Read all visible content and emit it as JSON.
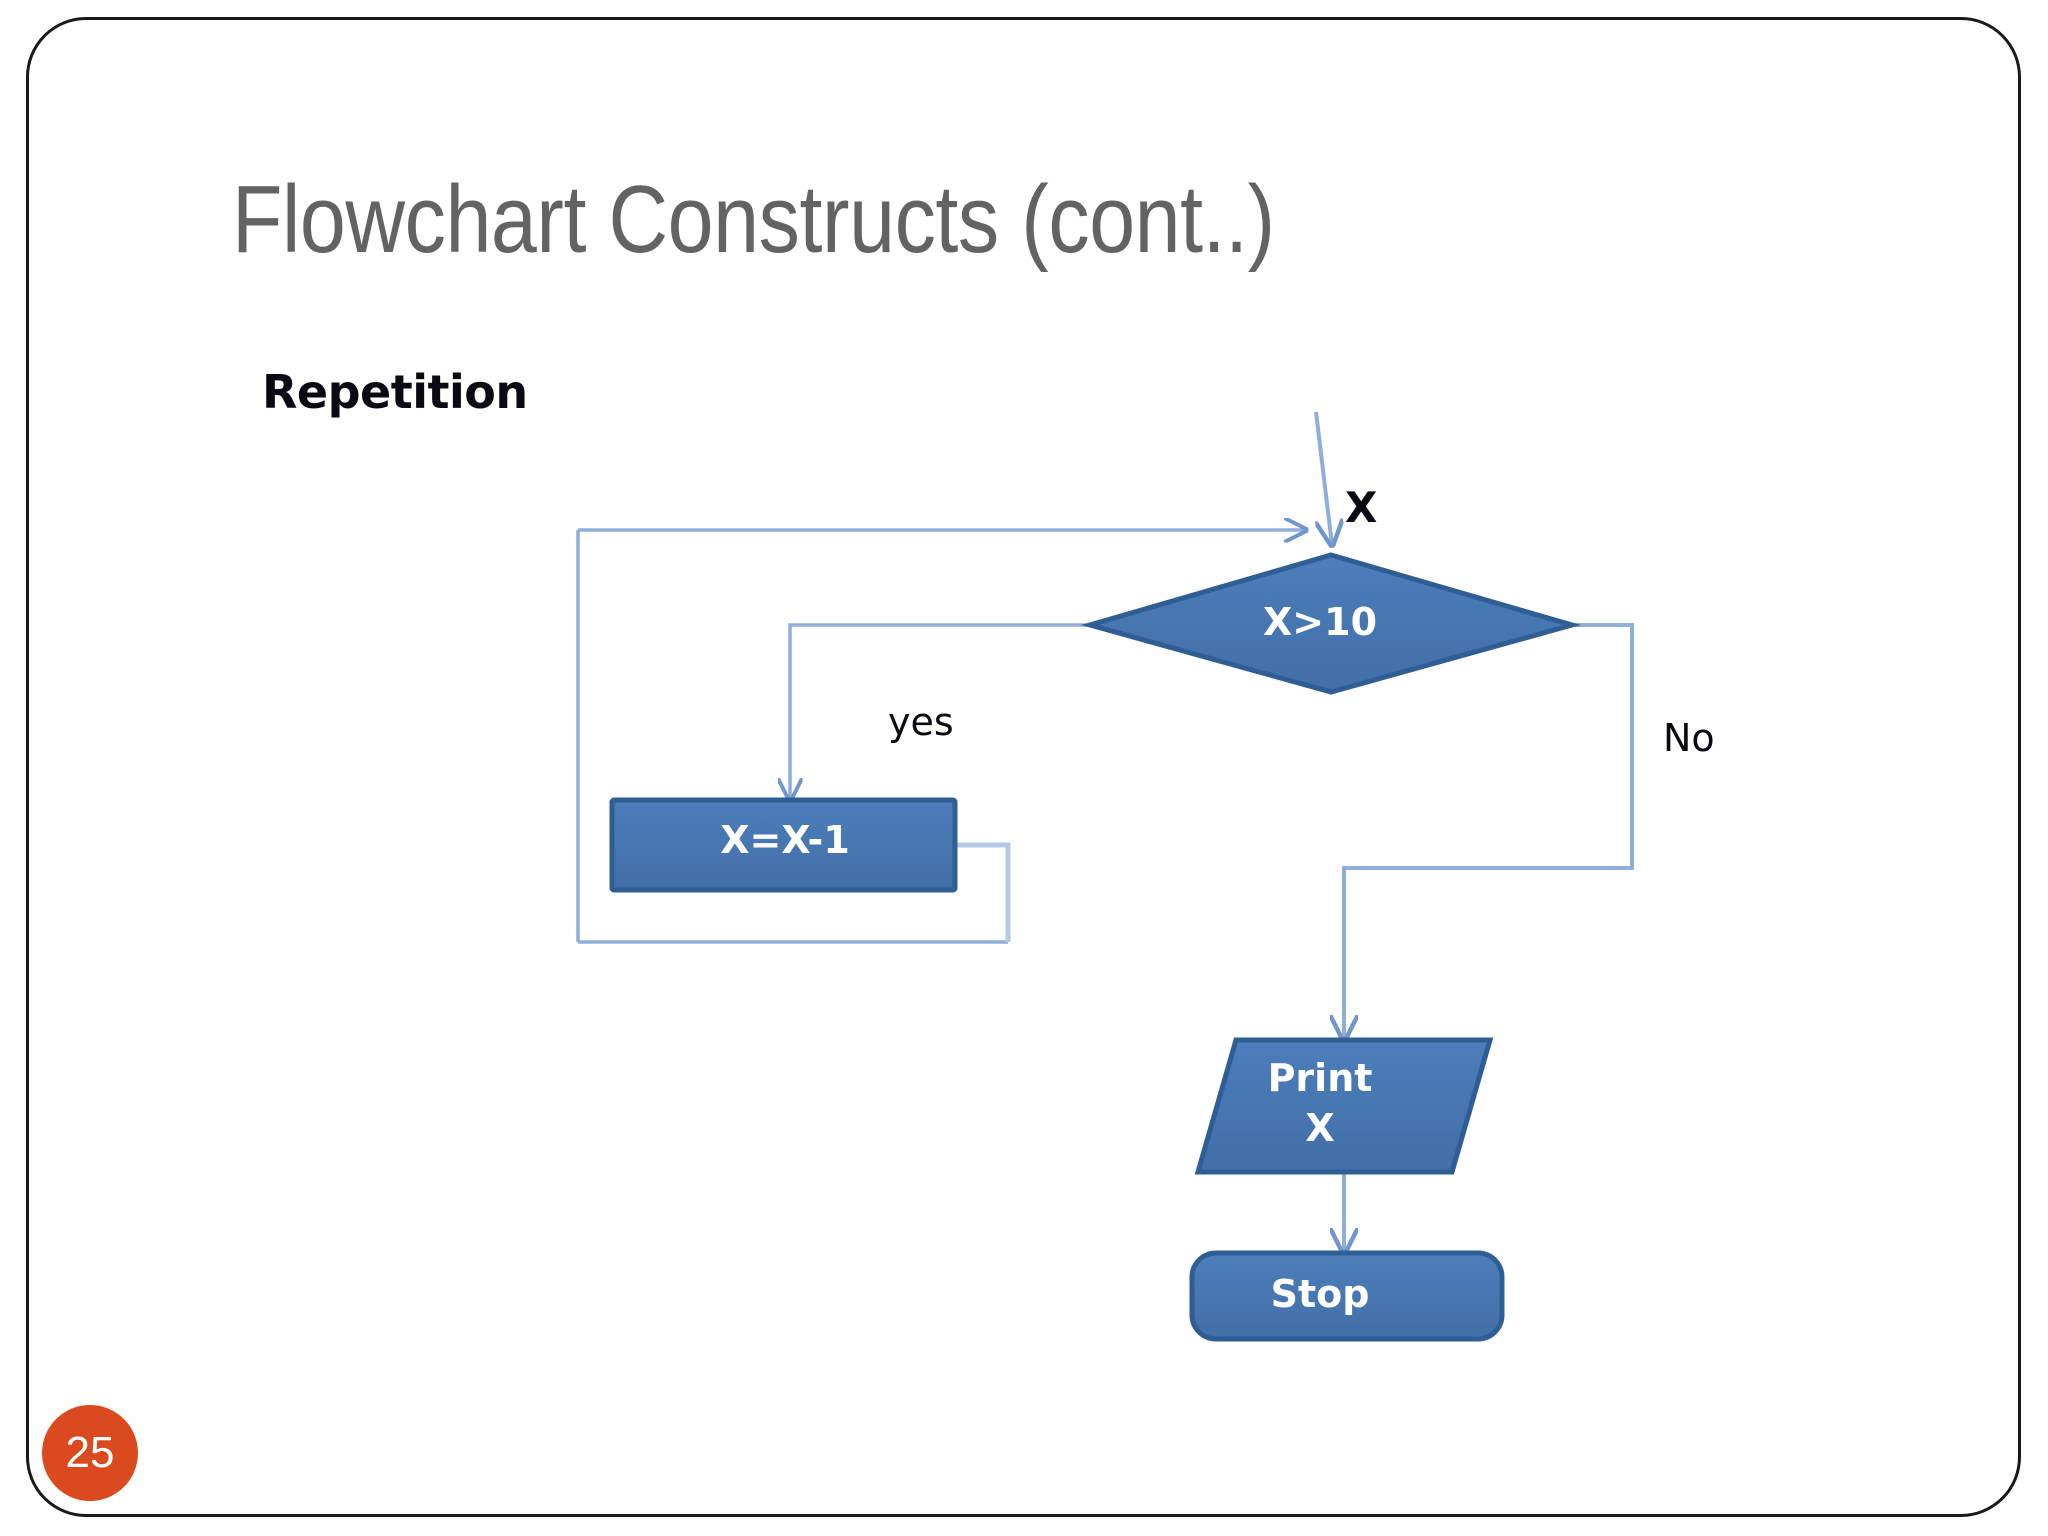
{
  "slide": {
    "title": "Flowchart Constructs (cont..)",
    "section_label": "Repetition",
    "page_number": "25",
    "accent_color": "#db4a1e",
    "title_color": "#636363",
    "shape_fill": "#4677b4",
    "shape_stroke": "#2f5e94",
    "connector_color": "#8faed8"
  },
  "chart_data": {
    "type": "diagram",
    "title": "Repetition",
    "nodes": [
      {
        "id": "decision",
        "shape": "diamond",
        "label": "X>10",
        "fill": "#4677b4"
      },
      {
        "id": "process",
        "shape": "rectangle",
        "label": "X=X-1",
        "fill": "#4677b4"
      },
      {
        "id": "output",
        "shape": "parallelogram",
        "label": "Print\nX",
        "fill": "#4677b4"
      },
      {
        "id": "terminator",
        "shape": "rounded-rect",
        "label": "Stop",
        "fill": "#4677b4"
      }
    ],
    "edges": [
      {
        "id": "entry",
        "from": "start",
        "to": "decision",
        "label": "X"
      },
      {
        "id": "yes-edge",
        "from": "decision",
        "to": "process",
        "label": "yes"
      },
      {
        "id": "no-edge",
        "from": "decision",
        "to": "output",
        "label": "No"
      },
      {
        "id": "loop-edge",
        "from": "process",
        "to": "decision",
        "label": ""
      },
      {
        "id": "end-edge",
        "from": "output",
        "to": "terminator",
        "label": ""
      }
    ]
  },
  "labels": {
    "decision": "X>10",
    "process": "X=X-1",
    "output": "Print\nX",
    "terminator": "Stop",
    "entry_var": "X",
    "yes": "yes",
    "no": "No"
  }
}
